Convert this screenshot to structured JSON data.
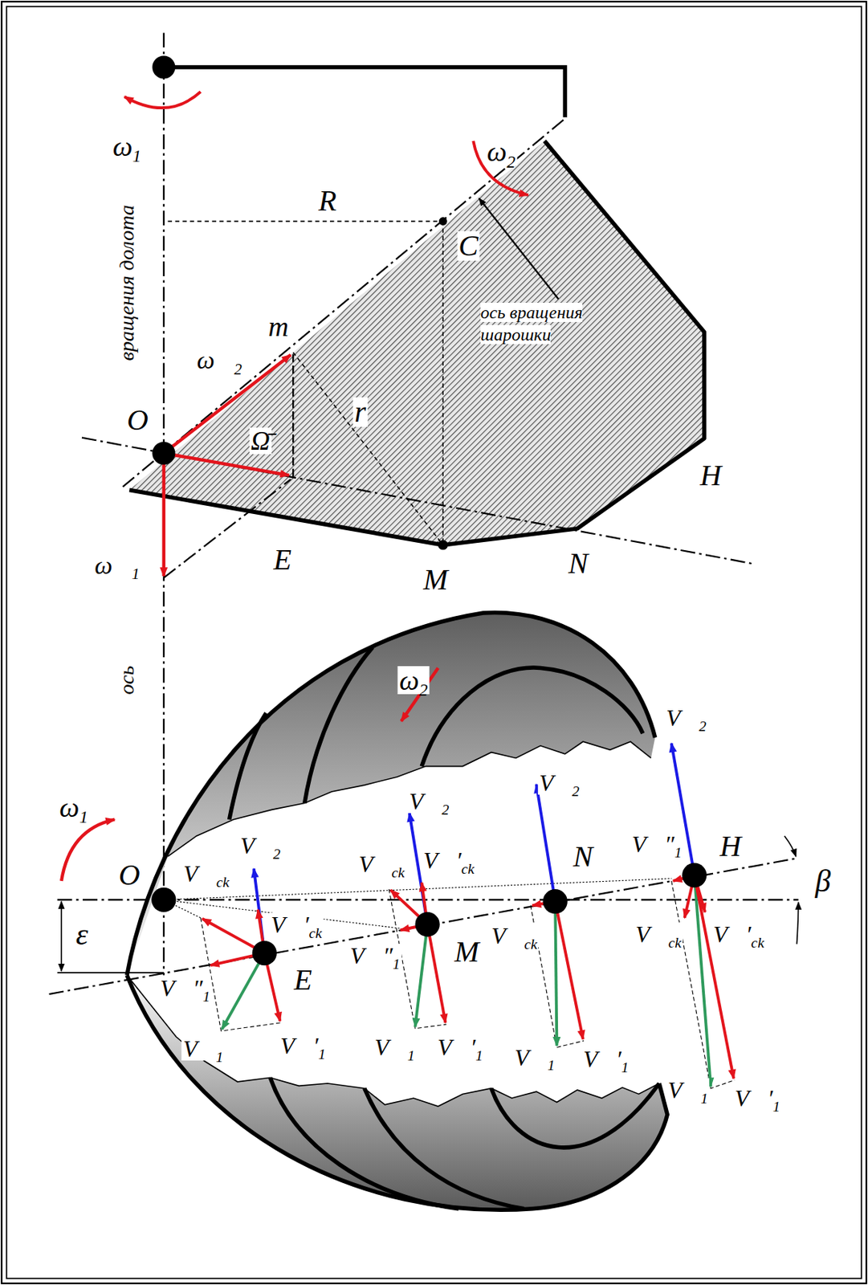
{
  "diagram": {
    "labels": [
      "ω1",
      "ω2",
      "R",
      "C",
      "вращения долота",
      "ось вращения шарошки",
      "m",
      "ω⃗2",
      "r",
      "O",
      "Ω̄",
      "H",
      "ω⃗1",
      "E",
      "N",
      "M",
      "ось",
      "ω2",
      "V⃗2",
      "V⃗2",
      "V⃗2",
      "ω1",
      "V⃗2",
      "V⃗″1",
      "H",
      "N",
      "V⃗ck",
      "V⃗′ck",
      "β",
      "O",
      "V⃗ck",
      "ε",
      "V⃗′ck",
      "V⃗ck",
      "V⃗′ck",
      "V⃗ck",
      "V⃗″1",
      "M",
      "E",
      "V⃗″1",
      "V⃗1",
      "V⃗′1",
      "V⃗1",
      "V⃗′1",
      "V⃗1",
      "V⃗′1",
      "V⃗1",
      "V⃗′1"
    ]
  }
}
